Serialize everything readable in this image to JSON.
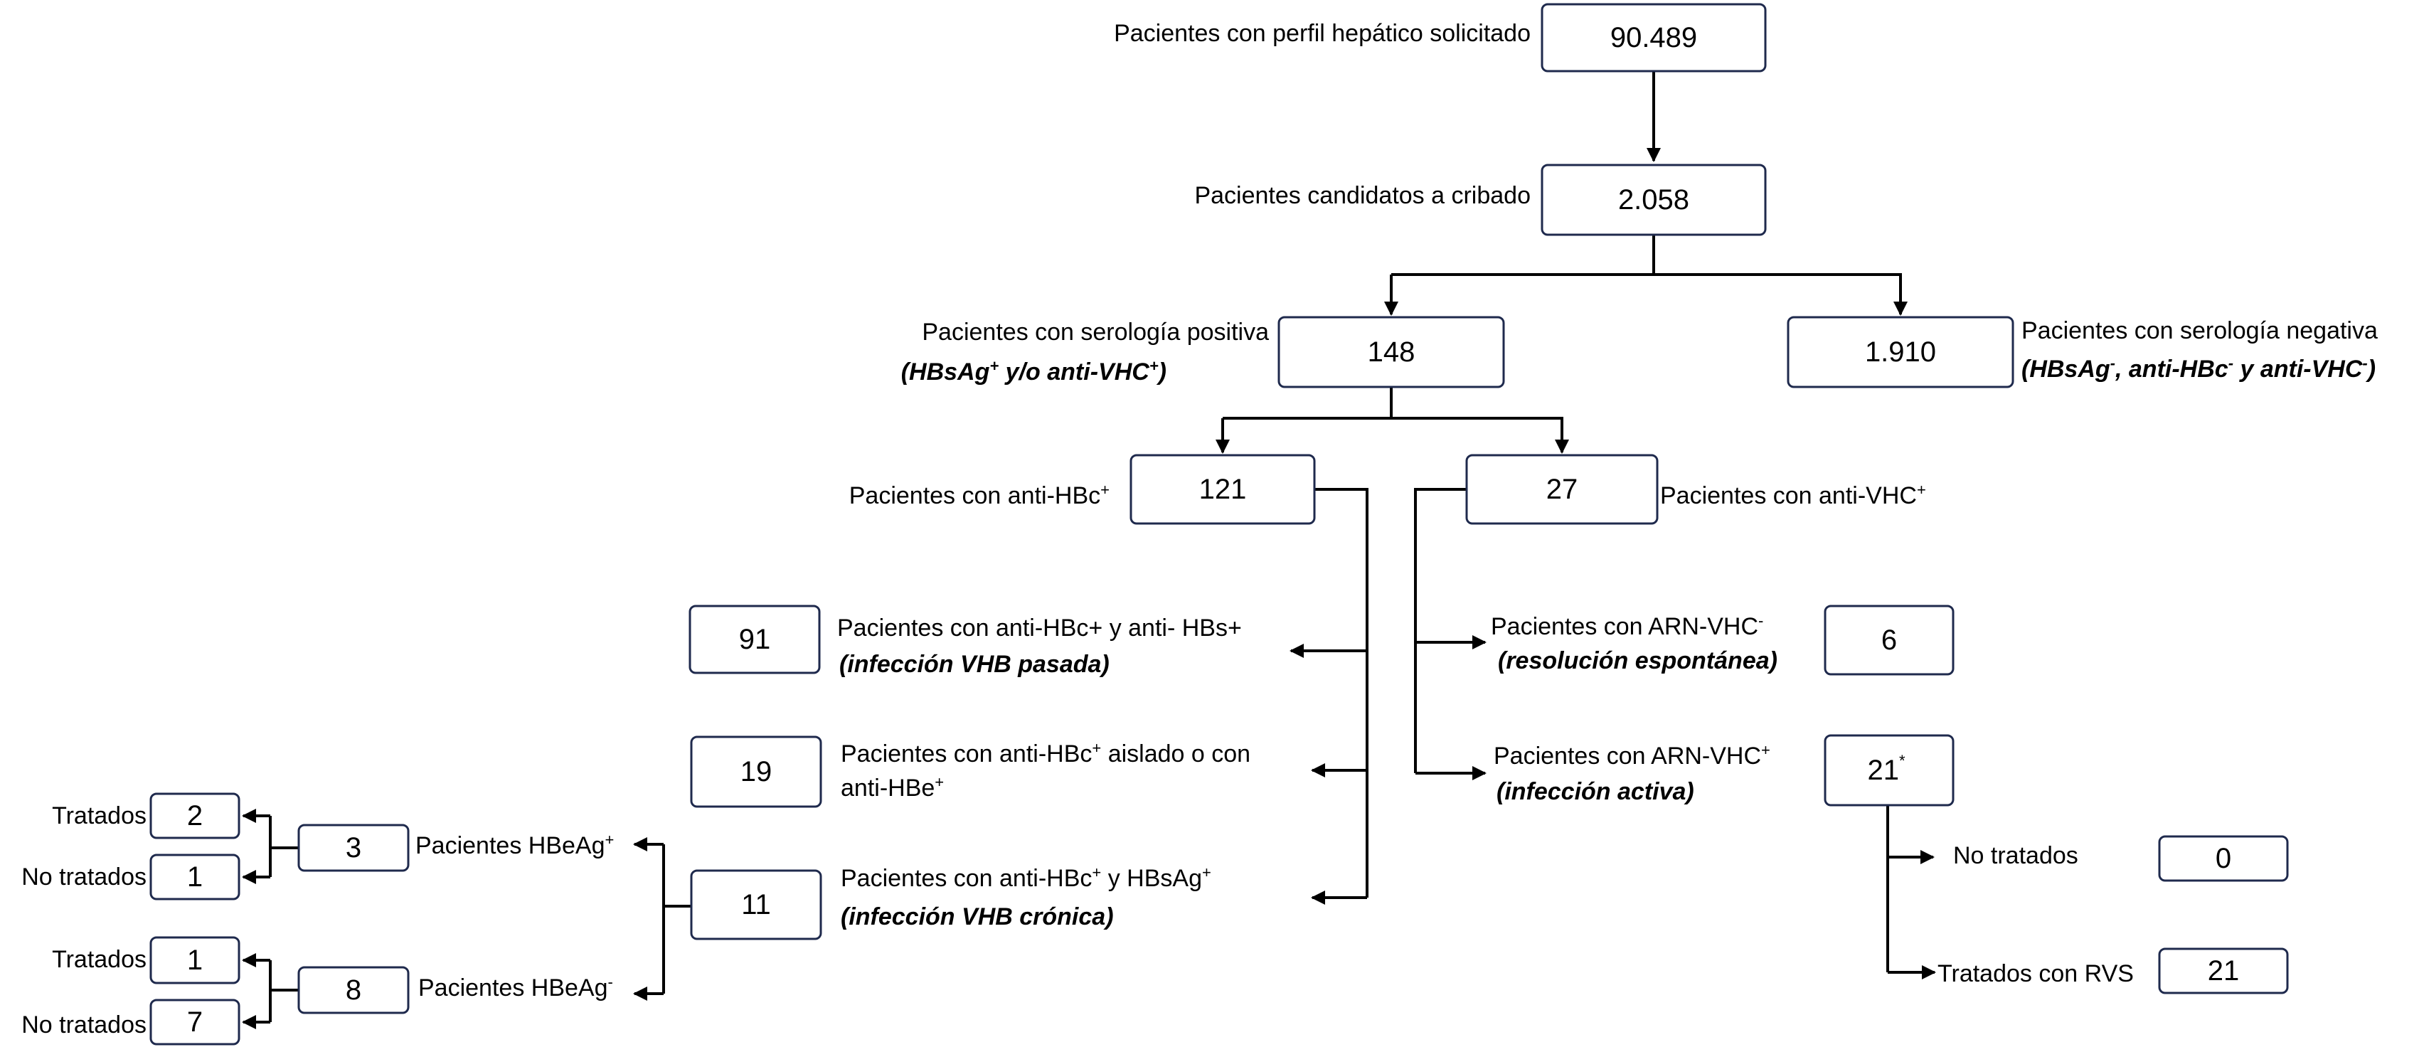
{
  "nodes": {
    "n_total": {
      "value": "90.489",
      "label": "Pacientes con perfil hepático solicitado"
    },
    "n_cand": {
      "value": "2.058",
      "label": "Pacientes candidatos a cribado"
    },
    "n_pos": {
      "value": "148",
      "label": "Pacientes con serología positiva",
      "sub_a": "(HBsAg",
      "sub_b": " y/o anti-VHC",
      "sub_c": ")"
    },
    "n_neg": {
      "value": "1.910",
      "label": "Pacientes con serología negativa",
      "sub_a": "(HBsAg",
      "sub_b": ", anti-HBc",
      "sub_c": " y anti-VHC",
      "sub_d": ")"
    },
    "n_hbc": {
      "value": "121",
      "label": "Pacientes con anti-HBc"
    },
    "n_vhc": {
      "value": "27",
      "label": "Pacientes con anti-VHC"
    },
    "n_past": {
      "value": "91",
      "label": "Pacientes con anti-HBc+ y anti- HBs+",
      "sub": "(infección VHB pasada)"
    },
    "n_iso": {
      "value": "19",
      "label_a": "Pacientes con anti-HBc",
      "label_b": " aislado o con",
      "label_c": "anti-HBe"
    },
    "n_chr": {
      "value": "11",
      "label_a": "Pacientes con anti-HBc",
      "label_b": " y  HBsAg",
      "sub": "(infección VHB crónica)"
    },
    "n_eagp": {
      "value": "3",
      "label": "Pacientes HBeAg"
    },
    "n_eagn": {
      "value": "8",
      "label": "Pacientes HBeAg"
    },
    "n_eagp_t": {
      "value": "2",
      "label": "Tratados"
    },
    "n_eagp_nt": {
      "value": "1",
      "label": "No tratados"
    },
    "n_eagn_t": {
      "value": "1",
      "label": "Tratados"
    },
    "n_eagn_nt": {
      "value": "7",
      "label": "No tratados"
    },
    "n_rnaneg": {
      "value": "6",
      "label": "Pacientes con ARN-VHC",
      "sub": "(resolución espontánea)"
    },
    "n_rnapos": {
      "value": "21",
      "value_mark": "*",
      "label": "Pacientes con ARN-VHC",
      "sub": "(infección activa)"
    },
    "n_untreated": {
      "value": "0",
      "label": "No tratados"
    },
    "n_treated": {
      "value": "21",
      "label": "Tratados con RVS"
    }
  },
  "marks": {
    "plus": "+",
    "minus": "-"
  }
}
